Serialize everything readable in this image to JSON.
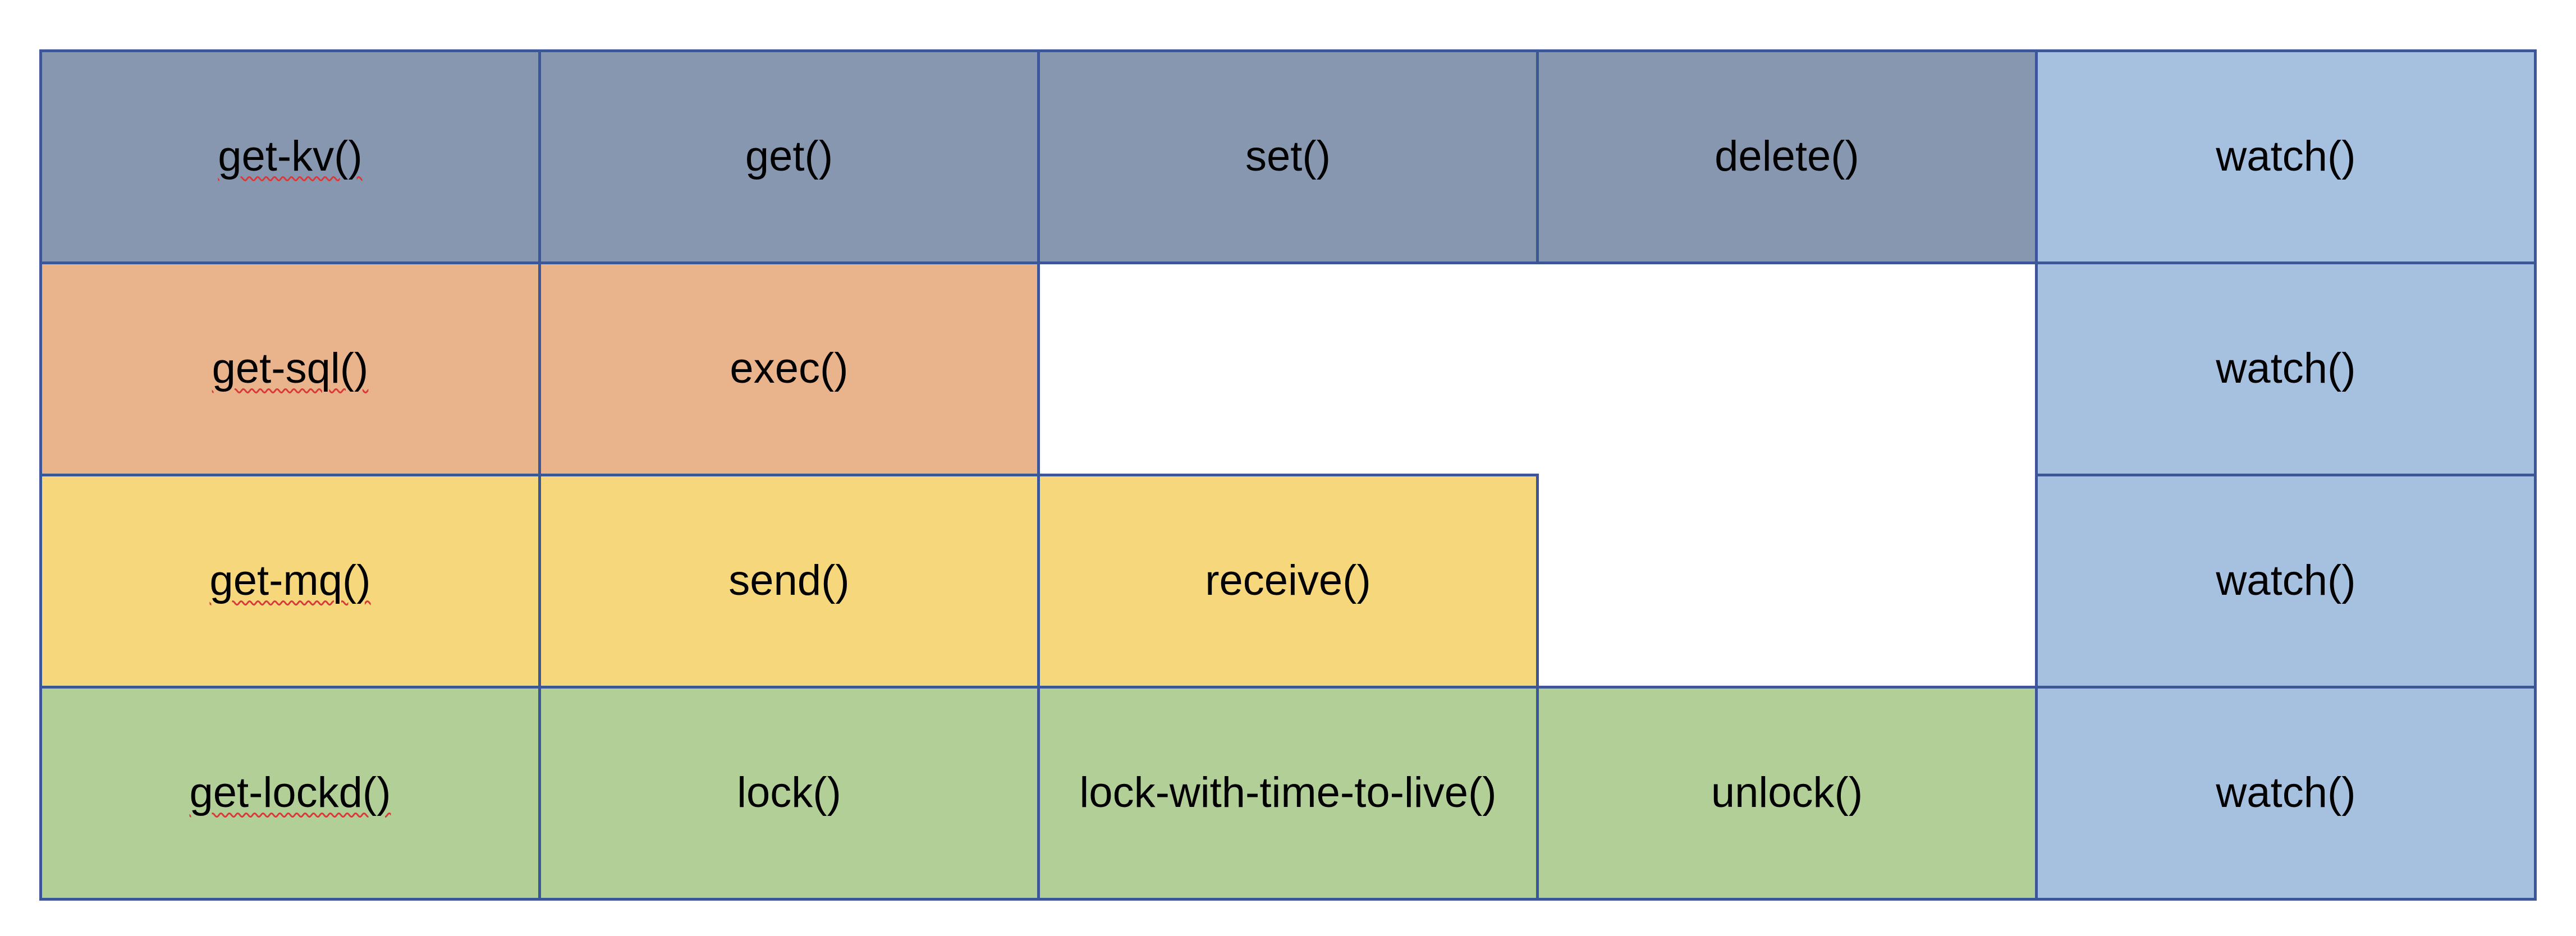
{
  "colors": {
    "kv": "#8897b0",
    "sql": "#e9b38b",
    "mq": "#f7d77b",
    "lock": "#b1cf96",
    "watch": "#a6c0e0",
    "border": "#3c5797"
  },
  "rows": [
    {
      "group": "kv",
      "cells": [
        {
          "label": "get-kv()"
        },
        {
          "label": "get()"
        },
        {
          "label": "set()"
        },
        {
          "label": "delete()"
        }
      ]
    },
    {
      "group": "sql",
      "cells": [
        {
          "label": "get-sql()"
        },
        {
          "label": "exec()"
        }
      ]
    },
    {
      "group": "mq",
      "cells": [
        {
          "label": "get-mq()"
        },
        {
          "label": "send()"
        },
        {
          "label": "receive()"
        }
      ]
    },
    {
      "group": "lock",
      "cells": [
        {
          "label": "get-lockd()"
        },
        {
          "label": "lock()"
        },
        {
          "label": "lock-with-time-to-live()"
        },
        {
          "label": "unlock()"
        }
      ]
    }
  ],
  "watch": [
    {
      "label": "watch()"
    },
    {
      "label": "watch()"
    },
    {
      "label": "watch()"
    },
    {
      "label": "watch()"
    }
  ]
}
